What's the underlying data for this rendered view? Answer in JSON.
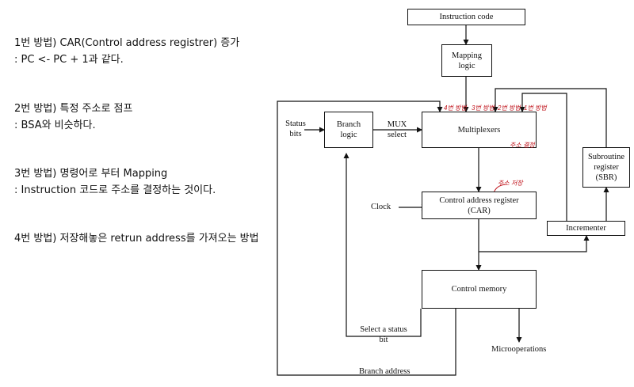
{
  "notes": [
    {
      "line1": "1번 방법) CAR(Control address registrer) 증가",
      "line2": ": PC <- PC + 1과 같다."
    },
    {
      "line1": "2번 방법) 특정 주소로 점프",
      "line2": ": BSA와 비슷하다."
    },
    {
      "line1": "3번 방법) 명령어로 부터 Mapping",
      "line2": ": Instruction 코드로 주소를 결정하는 것이다."
    },
    {
      "line1": "4번 방법) 저장해놓은 retrun address를 가져오는 방법",
      "line2": ""
    }
  ],
  "diagram": {
    "instruction_code": "Instruction code",
    "mapping_logic": {
      "line1": "Mapping",
      "line2": "logic"
    },
    "branch_logic": {
      "line1": "Branch",
      "line2": "logic"
    },
    "multiplexers": "Multiplexers",
    "car": {
      "line1": "Control address register",
      "line2": "(CAR)"
    },
    "control_memory": "Control memory",
    "incrementer": "Incrementer",
    "sbr": {
      "line1": "Subroutine",
      "line2": "register",
      "line3": "(SBR)"
    },
    "status_bits": {
      "line1": "Status",
      "line2": "bits"
    },
    "mux_select": {
      "line1": "MUX",
      "line2": "select"
    },
    "clock": "Clock",
    "select_status": {
      "line1": "Select a status",
      "line2": "bit"
    },
    "microoperations": "Microoperations",
    "branch_address": "Branch address"
  },
  "annotations": {
    "n4": "4번 방법",
    "n3": "3번 방법",
    "n2": "2번 방법",
    "n1": "1번 방법",
    "decide": "주소 결정",
    "store": "주소 저장"
  },
  "colors": {
    "annotation": "#c0141c",
    "line": "#111111"
  }
}
